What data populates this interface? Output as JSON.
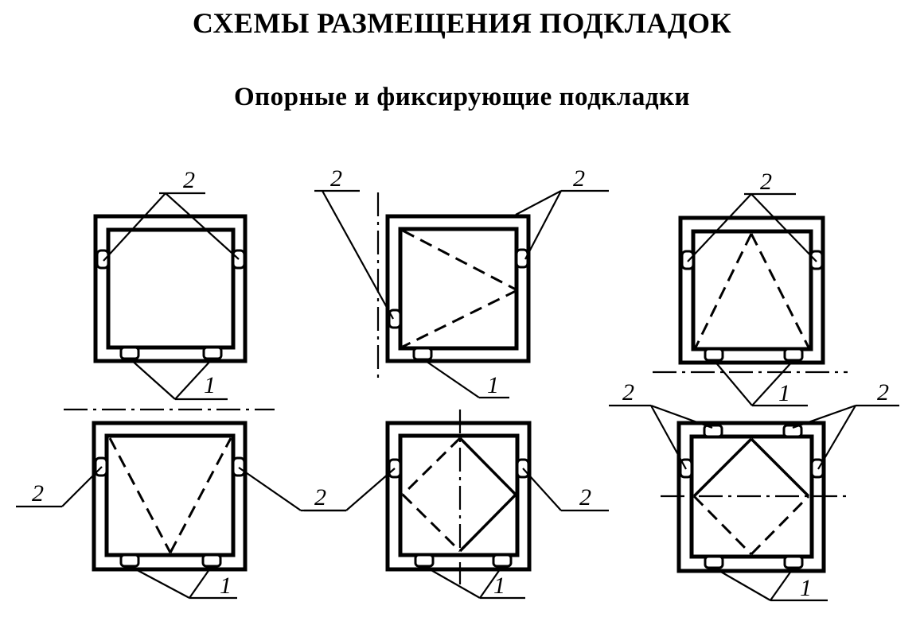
{
  "header": {
    "title": "СХЕМЫ РАЗМЕЩЕНИЯ ПОДКЛАДОК",
    "subtitle": "Опорные и фиксирующие подкладки"
  },
  "labels": {
    "support_pad": "1",
    "fixing_pad": "2"
  }
}
